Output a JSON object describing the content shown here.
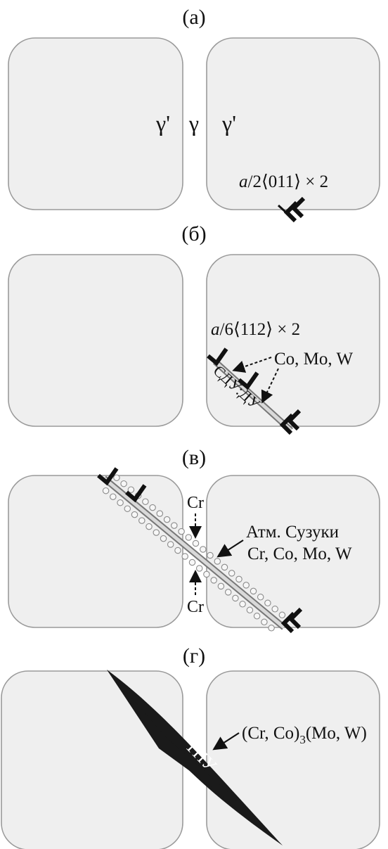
{
  "figure": {
    "colors": {
      "tile_fill": "#efefef",
      "tile_stroke": "#9a9a9a",
      "ink": "#111111",
      "tpu_fill": "#1a1a1a",
      "tpu_text": "#ffffff"
    },
    "panels": [
      {
        "id": "a",
        "label": "(а)",
        "phase_left": "γ'",
        "phase_mid": "γ",
        "phase_right": "γ'",
        "dislocation": {
          "prefix": "a",
          "slash": "/2",
          "index": "⟨011⟩",
          "mult": " × 2"
        },
        "icons": [
          "double-dislocation-icon"
        ]
      },
      {
        "id": "b",
        "label": "(б)",
        "dislocation": {
          "prefix": "a",
          "slash": "/6",
          "index": "⟨112⟩",
          "mult": " × 2"
        },
        "segregation": "Co, Mo, W",
        "fault_label": "СДУ:ДУ",
        "icons": [
          "partial-dislocation-icon",
          "partial-dislocation-icon",
          "double-dislocation-icon",
          "dashed-arrow-icon"
        ]
      },
      {
        "id": "c",
        "label": "(в)",
        "cr_top": "Cr",
        "cr_bottom": "Cr",
        "atmosphere_title": "Атм. Сузуки",
        "atmosphere_elements": "Cr, Co, Mo, W",
        "icons": [
          "partial-dislocation-icon",
          "partial-dislocation-icon",
          "double-dislocation-icon",
          "solute-atom-icon"
        ]
      },
      {
        "id": "d",
        "label": "(г)",
        "phase_text": "ТПУ",
        "formula": {
          "part1": "(Cr, Co)",
          "sub": "3",
          "part2": "(Mo, W)"
        },
        "icons": [
          "tcp-phase-plate-icon",
          "arrow-icon"
        ]
      }
    ]
  }
}
